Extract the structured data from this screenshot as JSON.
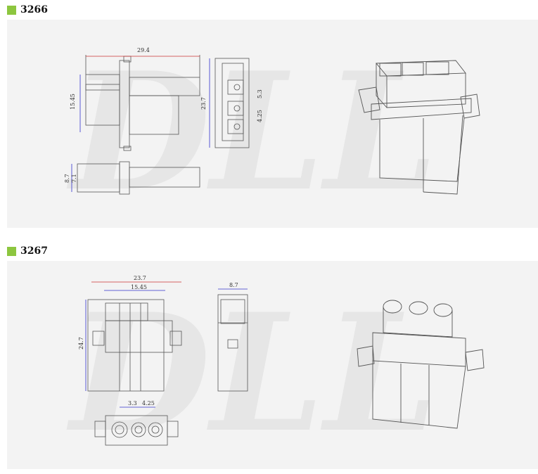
{
  "sections": [
    {
      "id": "3266",
      "watermark": "DLL",
      "dimensions": {
        "width": "29.4",
        "height": "15.45",
        "panel_height": "23.7",
        "pitch_a": "5.3",
        "pitch_b": "4.25",
        "bottom_a": "8.7",
        "bottom_b": "7.1"
      }
    },
    {
      "id": "3267",
      "watermark": "DLL",
      "dimensions": {
        "width": "23.7",
        "inner_width": "15.45",
        "height": "24.7",
        "side_width": "8.7",
        "pitch_a": "3.3",
        "pitch_b": "4.25"
      }
    }
  ],
  "colors": {
    "accent": "#8dc63f",
    "line": "#555555",
    "panel": "#f3f3f3"
  }
}
